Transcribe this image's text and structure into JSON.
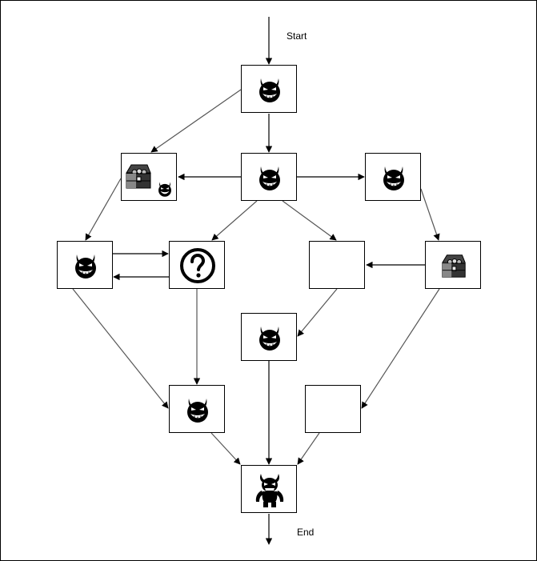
{
  "labels": {
    "start": "Start",
    "end": "End"
  },
  "colors": {
    "stroke": "#000000",
    "edge_gray": "#555555",
    "icon": "#000000",
    "background": "#ffffff"
  },
  "nodes": [
    {
      "id": "n1",
      "icon": "devil-face"
    },
    {
      "id": "n2",
      "icon": "treasure-chest-and-devil"
    },
    {
      "id": "n3",
      "icon": "devil-face"
    },
    {
      "id": "n4",
      "icon": "devil-face"
    },
    {
      "id": "n5",
      "icon": "devil-face"
    },
    {
      "id": "n6",
      "icon": "question-mark"
    },
    {
      "id": "n7",
      "icon": "none"
    },
    {
      "id": "n8",
      "icon": "treasure-chest"
    },
    {
      "id": "n9",
      "icon": "devil-face"
    },
    {
      "id": "n10",
      "icon": "devil-face"
    },
    {
      "id": "n11",
      "icon": "none"
    },
    {
      "id": "n12",
      "icon": "horned-monster"
    }
  ]
}
